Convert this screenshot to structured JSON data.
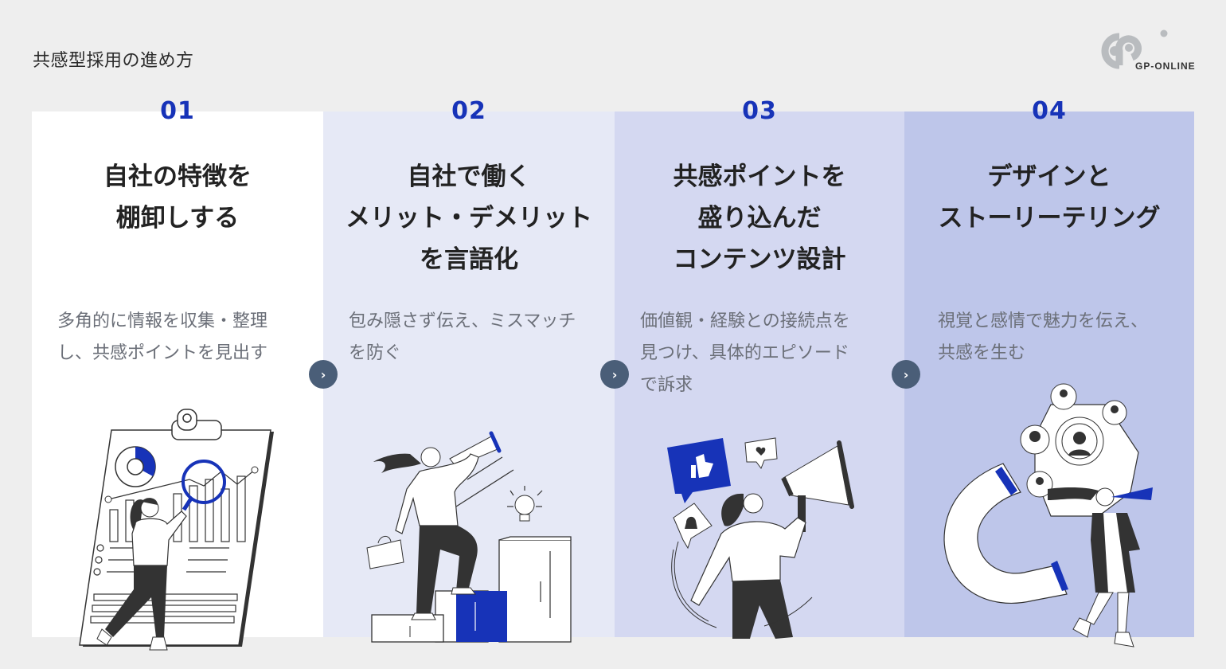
{
  "page": {
    "title": "共感型採用の進め方"
  },
  "logo": {
    "text": "GP-ONLINE"
  },
  "colors": {
    "accent": "#1733b8",
    "arrow": "#4a5e78",
    "panel_1": "#ffffff",
    "panel_2": "#e6e9f6",
    "panel_3": "#d4d8f1",
    "panel_4": "#bec6ea",
    "background": "#eeeeee"
  },
  "steps": [
    {
      "number": "01",
      "heading": "自社の特徴を\n棚卸しする",
      "description": "多角的に情報を収集・整理\nし、共感ポイントを見出す",
      "illustration": "woman-with-magnifier-clipboard-chart"
    },
    {
      "number": "02",
      "heading": "自社で働く\nメリット・デメリット\nを言語化",
      "description": "包み隠さず伝え、ミスマッチ\nを防ぐ",
      "illustration": "woman-climbing-steps-with-telescope"
    },
    {
      "number": "03",
      "heading": "共感ポイントを\n盛り込んだ\nコンテンツ設計",
      "description": "価値観・経験との接続点を\n見つけ、具体的エピソード\nで訴求",
      "illustration": "woman-with-megaphone-social-icons"
    },
    {
      "number": "04",
      "heading": "デザインと\nストーリーテリング",
      "description": "視覚と感情で魅力を伝え、\n共感を生む",
      "illustration": "magnet-attracting-people-gear"
    }
  ],
  "arrows": [
    {
      "icon": "chevron-right-icon",
      "glyph": "›"
    },
    {
      "icon": "chevron-right-icon",
      "glyph": "›"
    },
    {
      "icon": "chevron-right-icon",
      "glyph": "›"
    }
  ]
}
